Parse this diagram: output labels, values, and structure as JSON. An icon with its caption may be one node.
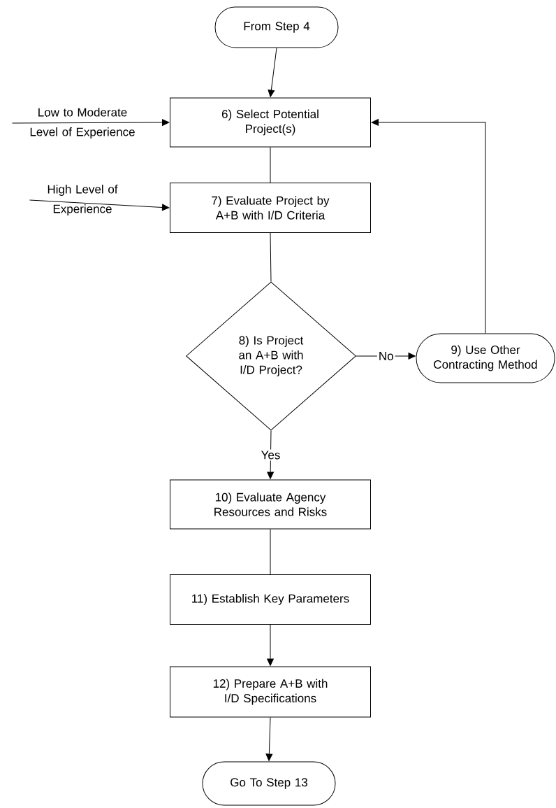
{
  "diagram": {
    "nodes": [
      {
        "text": [
          "From Step 4"
        ]
      },
      {
        "text": [
          "Low to Moderate Level of Experience"
        ]
      },
      {
        "text": [
          "6) Select Potential Project(s)"
        ]
      },
      {
        "text": [
          "High Level of Experience"
        ]
      },
      {
        "text": [
          "7) Evaluate Project by A+B with I/D Criteria"
        ]
      },
      {
        "text": [
          "8) Is Project an A+B with I/D Project?"
        ]
      },
      {
        "text": [
          "9) Use Other Contracting Method"
        ]
      },
      {
        "text": [
          "10) Evaluate Agency Resources and Risks"
        ]
      },
      {
        "text": [
          "11) Establish Key Parameters"
        ]
      },
      {
        "text": [
          "12) Prepare A+B with I/D Specifications"
        ]
      },
      {
        "text": [
          "Go To Step 13"
        ]
      }
    ],
    "edges": [
      {
        "from": 0,
        "to": 2,
        "arrow": "to"
      },
      {
        "from": 1,
        "to": 2,
        "arrow": "to"
      },
      {
        "from": 2,
        "to": 4,
        "arrow": "none"
      },
      {
        "from": 3,
        "to": 4,
        "arrow": "to"
      },
      {
        "from": 4,
        "to": 5,
        "arrow": "none"
      },
      {
        "from": 5,
        "to": 6,
        "arrow": "to",
        "label": "No"
      },
      {
        "from": 5,
        "to": 7,
        "arrow": "to",
        "label": "Yes"
      },
      {
        "from": 6,
        "to": 2,
        "arrow": "to"
      },
      {
        "from": 7,
        "to": 8,
        "arrow": "none"
      },
      {
        "from": 8,
        "to": 9,
        "arrow": "to"
      },
      {
        "from": 9,
        "to": 10,
        "arrow": "to"
      }
    ]
  }
}
